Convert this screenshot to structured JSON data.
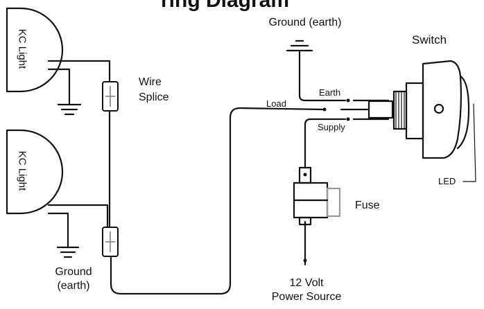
{
  "diagram": {
    "heading_fragment": "ring Diagram",
    "labels": {
      "light_top": "KC Light",
      "light_bottom": "KC Light",
      "wire_splice": [
        "Wire",
        "Splice"
      ],
      "ground_top": "Ground (earth)",
      "ground_bottom": [
        "Ground",
        "(earth)"
      ],
      "switch": "Switch",
      "load": "Load",
      "earth": "Earth",
      "supply": "Supply",
      "led": "LED",
      "fuse": "Fuse",
      "power_source": [
        "12 Volt",
        "Power Source"
      ]
    }
  }
}
